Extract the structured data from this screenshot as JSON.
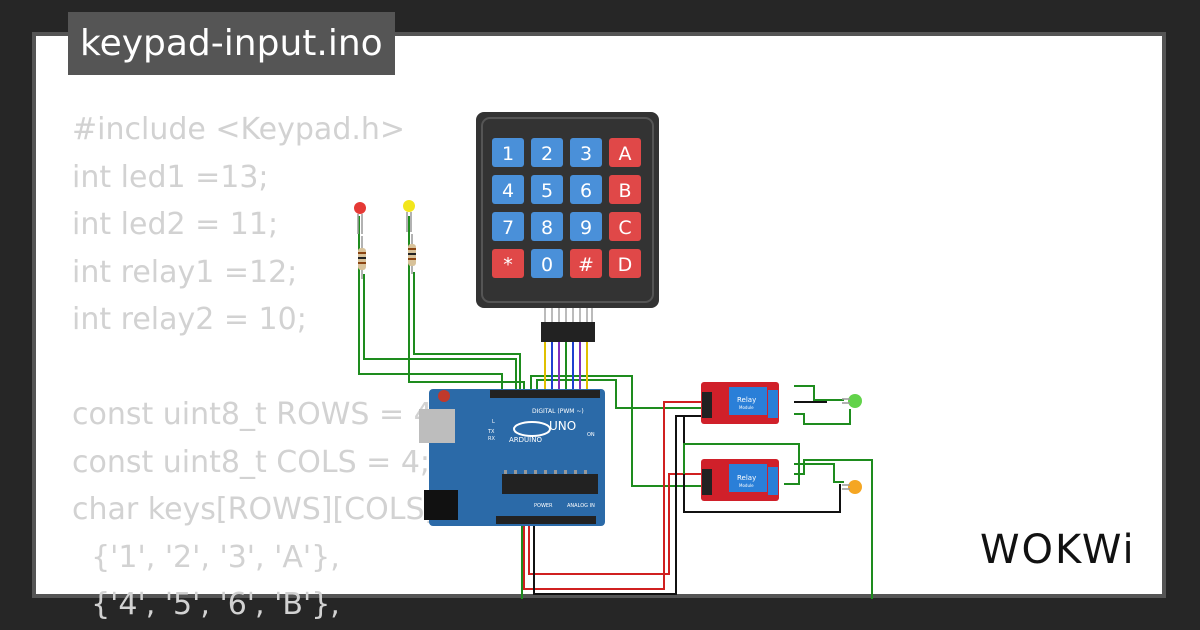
{
  "title": "keypad-input.ino",
  "code_lines": [
    "#include <Keypad.h>",
    "int led1 =13;",
    "int led2 = 11;",
    "int relay1 =12;",
    "int relay2 = 10;",
    "",
    "const uint8_t ROWS = 4;",
    "const uint8_t COLS = 4;",
    "char keys[ROWS][COLS] = {",
    "  {'1', '2', '3', 'A'},",
    "  {'4', '5', '6', 'B'},"
  ],
  "keypad": {
    "keys": [
      "1",
      "2",
      "3",
      "A",
      "4",
      "5",
      "6",
      "B",
      "7",
      "8",
      "9",
      "C",
      "*",
      "0",
      "#",
      "D"
    ],
    "colors": {
      "blue": "#4a90d9",
      "red": "#e04848",
      "body": "#333333"
    }
  },
  "arduino": {
    "model_label": "UNO",
    "brand_label": "ARDUINO",
    "digital_label": "DIGITAL (PWM ~)",
    "power_label": "POWER",
    "analog_label": "ANALOG IN",
    "on_label": "ON",
    "tx_label": "TX",
    "rx_label": "RX",
    "l_label": "L"
  },
  "relays": [
    {
      "label": "Relay",
      "sublabel": "Module"
    },
    {
      "label": "Relay",
      "sublabel": "Module"
    }
  ],
  "leds": [
    {
      "color": "#e53935",
      "name": "red"
    },
    {
      "color": "#f2e61c",
      "name": "yellow"
    },
    {
      "color": "#62d34a",
      "name": "green"
    },
    {
      "color": "#f5a623",
      "name": "orange"
    }
  ],
  "brand": "WOKWi"
}
